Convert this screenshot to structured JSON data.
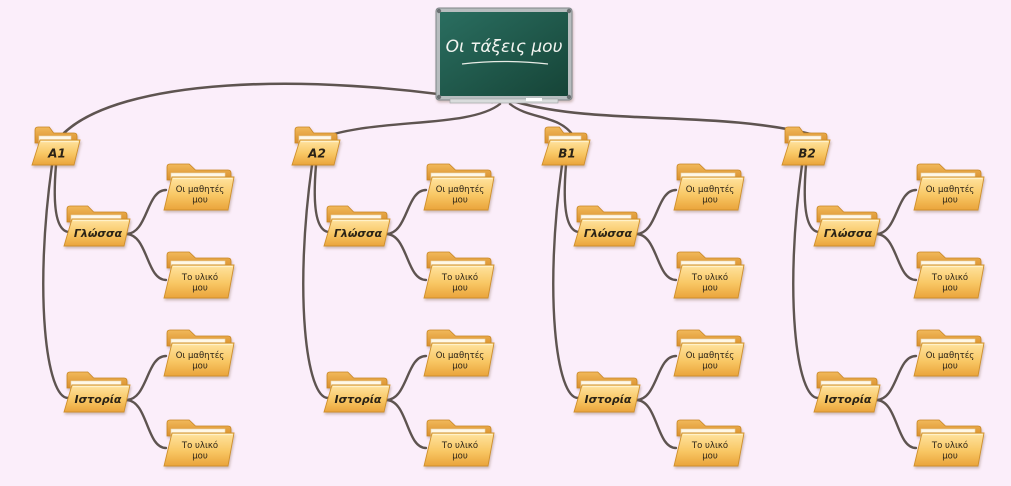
{
  "board": {
    "title": "Οι τάξεις μου",
    "icon": "chalkboard-icon"
  },
  "classes": [
    {
      "name": "A1",
      "subjects": [
        {
          "name": "Γλώσσα",
          "items": [
            [
              "Οι μαθητές",
              "μου"
            ],
            [
              "Το υλικό",
              "μου"
            ]
          ]
        },
        {
          "name": "Ιστορία",
          "items": [
            [
              "Οι μαθητές",
              "μου"
            ],
            [
              "Το υλικό",
              "μου"
            ]
          ]
        }
      ]
    },
    {
      "name": "A2",
      "subjects": [
        {
          "name": "Γλώσσα",
          "items": [
            [
              "Οι μαθητές",
              "μου"
            ],
            [
              "Το υλικό",
              "μου"
            ]
          ]
        },
        {
          "name": "Ιστορία",
          "items": [
            [
              "Οι μαθητές",
              "μου"
            ],
            [
              "Το υλικό",
              "μου"
            ]
          ]
        }
      ]
    },
    {
      "name": "B1",
      "subjects": [
        {
          "name": "Γλώσσα",
          "items": [
            [
              "Οι μαθητές",
              "μου"
            ],
            [
              "Το υλικό",
              "μου"
            ]
          ]
        },
        {
          "name": "Ιστορία",
          "items": [
            [
              "Οι μαθητές",
              "μου"
            ],
            [
              "Το υλικό",
              "μου"
            ]
          ]
        }
      ]
    },
    {
      "name": "B2",
      "subjects": [
        {
          "name": "Γλώσσα",
          "items": [
            [
              "Οι μαθητές",
              "μου"
            ],
            [
              "Το υλικό",
              "μου"
            ]
          ]
        },
        {
          "name": "Ιστορία",
          "items": [
            [
              "Οι μαθητές",
              "μου"
            ],
            [
              "Το υλικό",
              "μου"
            ]
          ]
        }
      ]
    }
  ],
  "colors": {
    "background": "#fbeefa",
    "folder_front": "#f9c96a",
    "folder_back": "#e9a93e",
    "folder_light": "#ffe7a9",
    "connector": "#5e5450",
    "board": "#1f5a4e",
    "board_frame": "#9aa3a6"
  }
}
